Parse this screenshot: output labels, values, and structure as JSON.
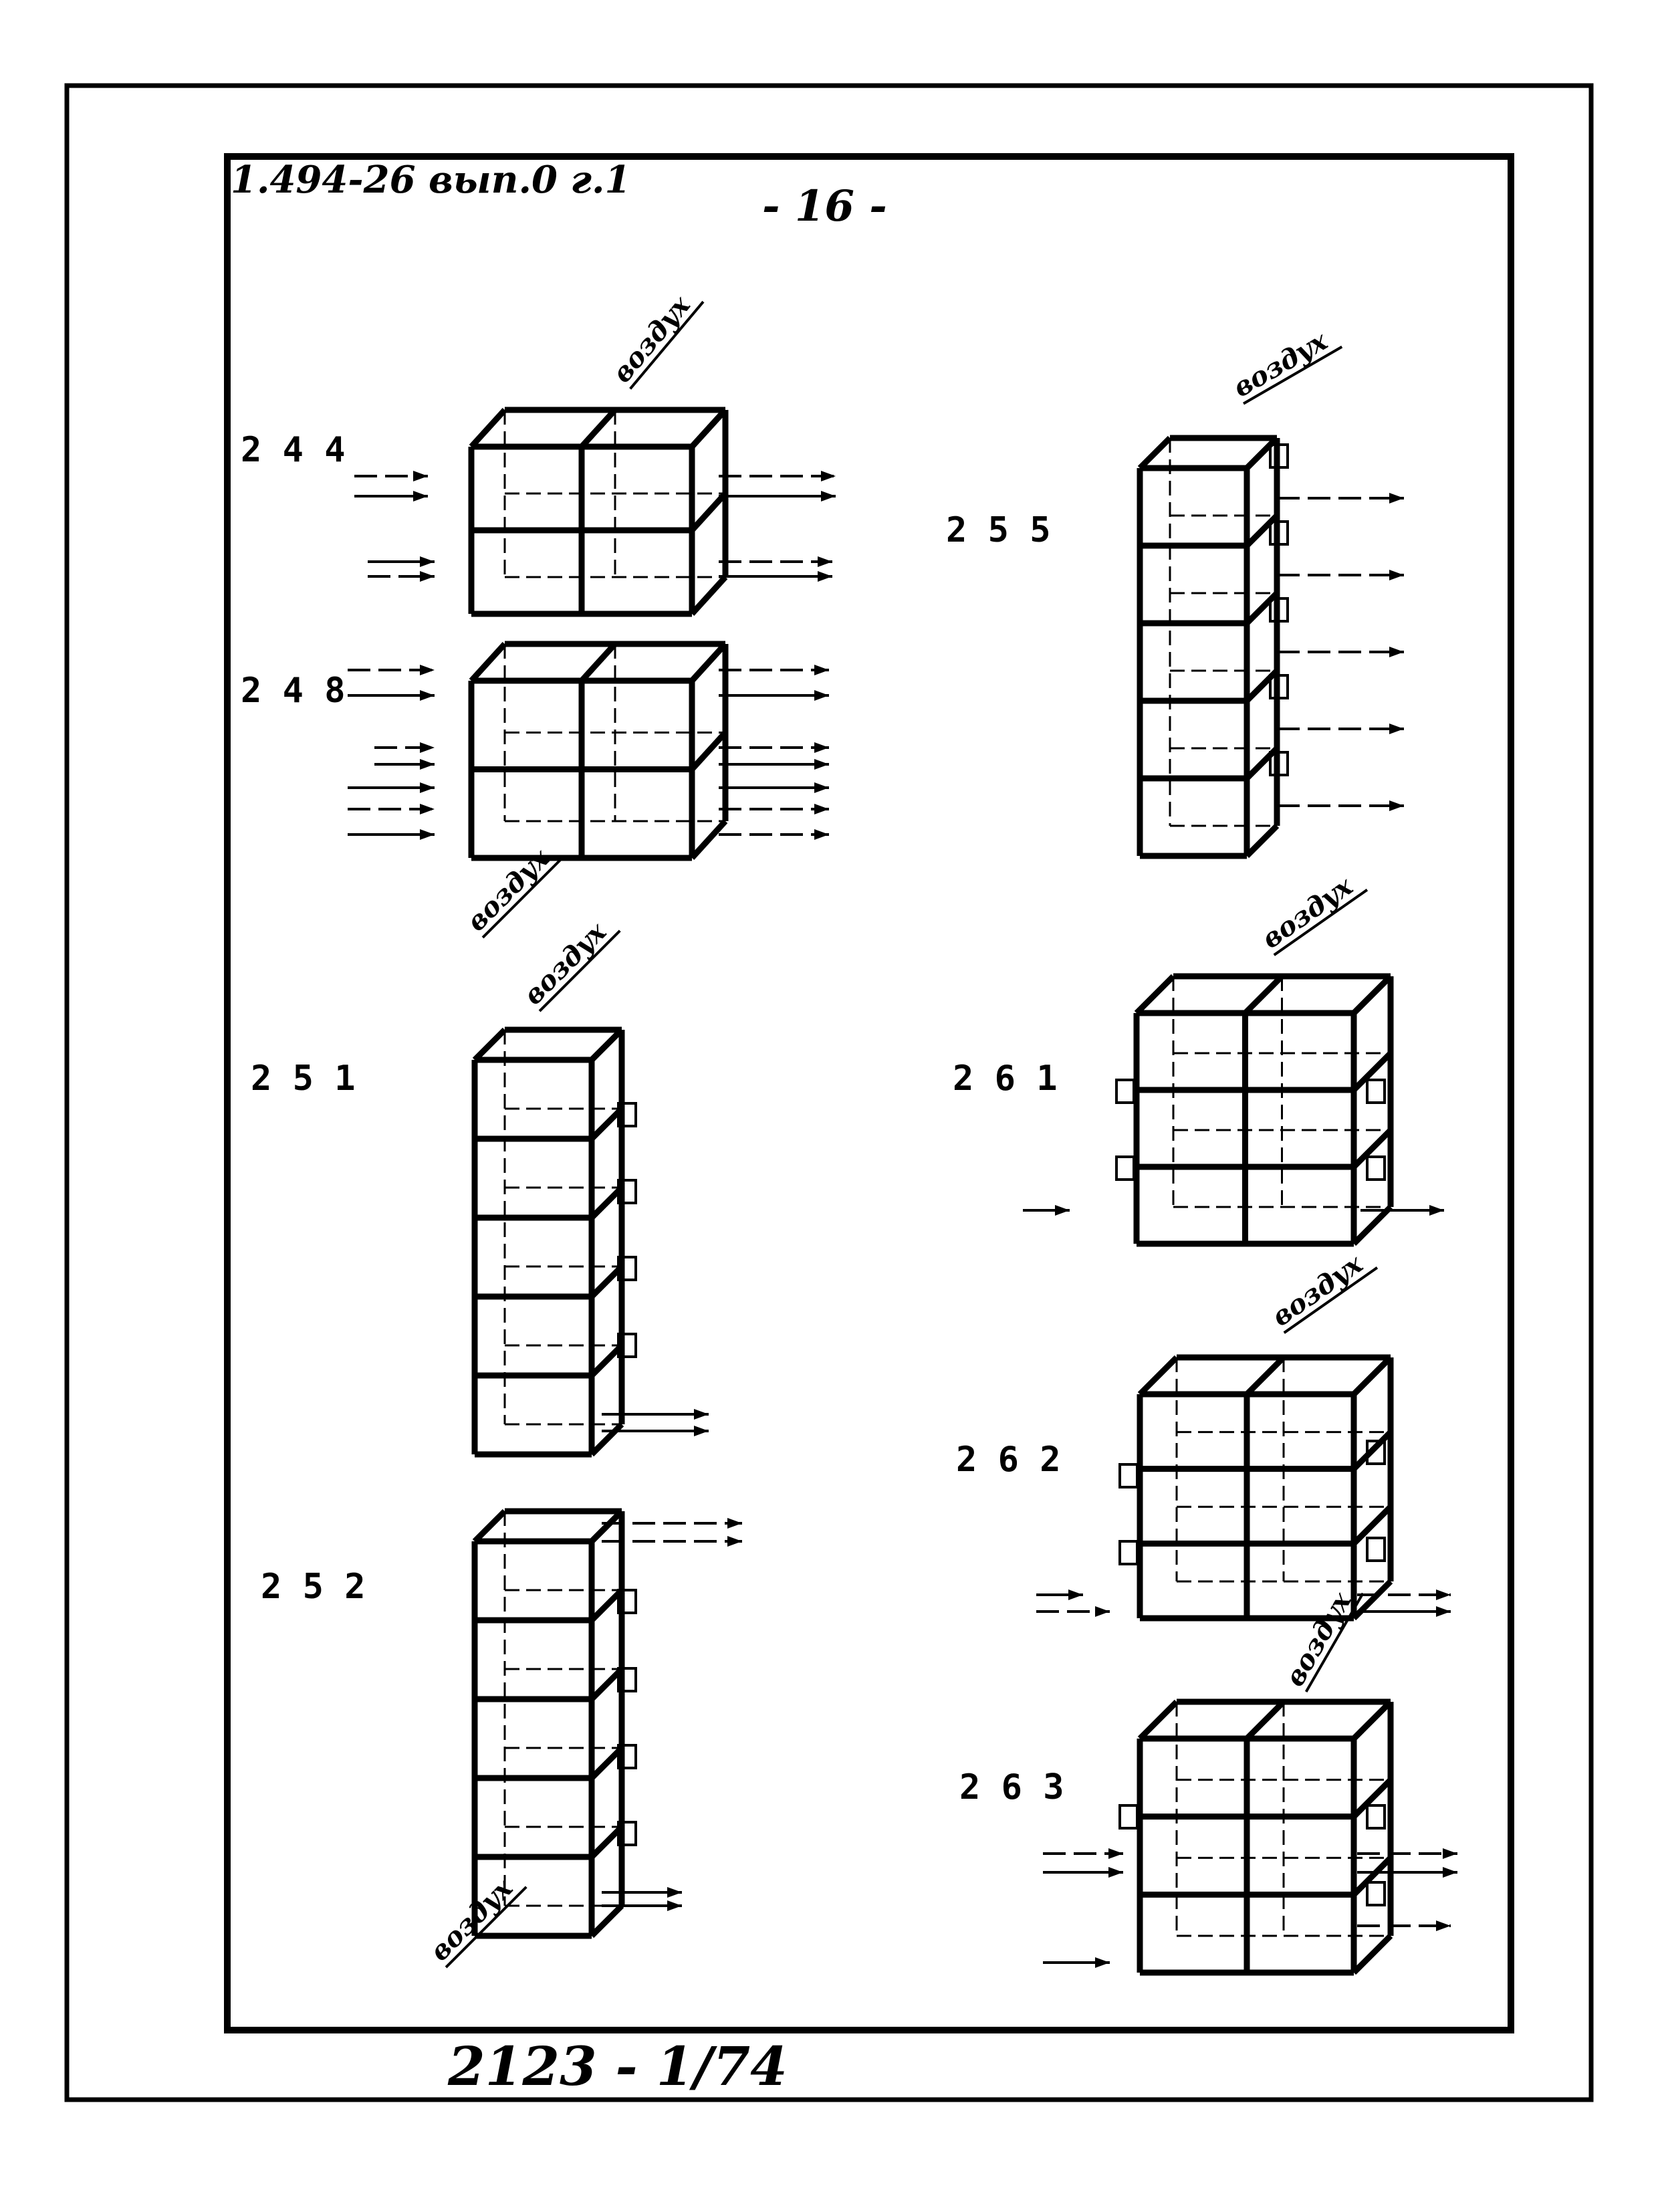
{
  "sheet": {
    "doc_ref": "1.494-26 вып.0 г.1",
    "page_number": "- 16 -",
    "footer_code": "2123 - 1/74"
  },
  "air_label": "воздух",
  "colors": {
    "ink": "#000000",
    "paper": "#ffffff"
  },
  "units": [
    {
      "number": "2 4 4"
    },
    {
      "number": "2 4 8"
    },
    {
      "number": "2 5 1"
    },
    {
      "number": "2 5 2"
    },
    {
      "number": "2 5 5"
    },
    {
      "number": "2 6 1"
    },
    {
      "number": "2 6 2"
    },
    {
      "number": "2 6 3"
    }
  ]
}
